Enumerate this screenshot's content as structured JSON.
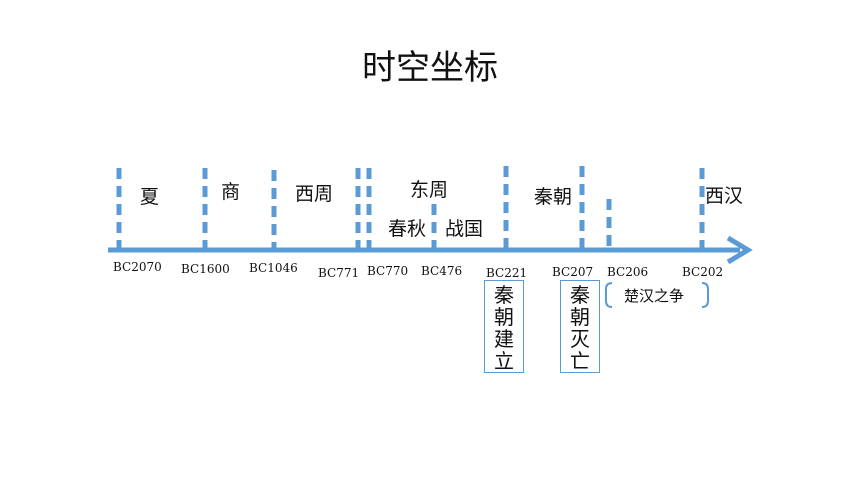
{
  "title": "时空坐标",
  "colors": {
    "axis": "#5b9bd5",
    "box_border": "#5b9bd5"
  },
  "eras": {
    "xia": "夏",
    "shang": "商",
    "xizhou": "西周",
    "dongzhou": "东周",
    "chunqiu": "春秋",
    "zhanguo": "战国",
    "qin": "秦朝",
    "xihan": "西汉"
  },
  "years": {
    "y2070": "BC2070",
    "y1600": "BC1600",
    "y1046": "BC1046",
    "y771": "BC771",
    "y770": "BC770",
    "y476": "BC476",
    "y221": "BC221",
    "y207": "BC207",
    "y206": "BC206",
    "y202": "BC202"
  },
  "events": {
    "qin_founded": [
      "秦",
      "朝",
      "建",
      "立"
    ],
    "qin_fall": [
      "秦",
      "朝",
      "灭",
      "亡"
    ],
    "chu_han": "楚汉之争"
  }
}
